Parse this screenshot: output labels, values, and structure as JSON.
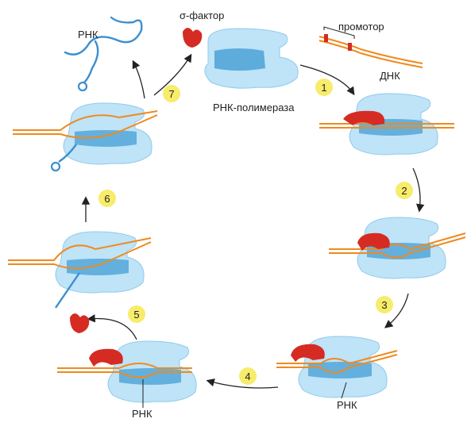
{
  "labels": {
    "sigma_factor": "σ-фактор",
    "promoter": "промотор",
    "dna": "ДНК",
    "rna_top": "РНК",
    "polymerase": "РНК-полимераза",
    "rna_step4": "РНК",
    "rna_bottom": "РНК"
  },
  "steps": [
    "1",
    "2",
    "3",
    "4",
    "5",
    "6",
    "7"
  ],
  "colors": {
    "polymerase_light": "#bfe3f7",
    "polymerase_mid": "#8fcbec",
    "polymerase_dark": "#3c9ad3",
    "sigma": "#d62b22",
    "dna": "#ef8a1e",
    "rna": "#3d8fcf",
    "badge": "#f7ec6b",
    "arrow": "#222222"
  }
}
